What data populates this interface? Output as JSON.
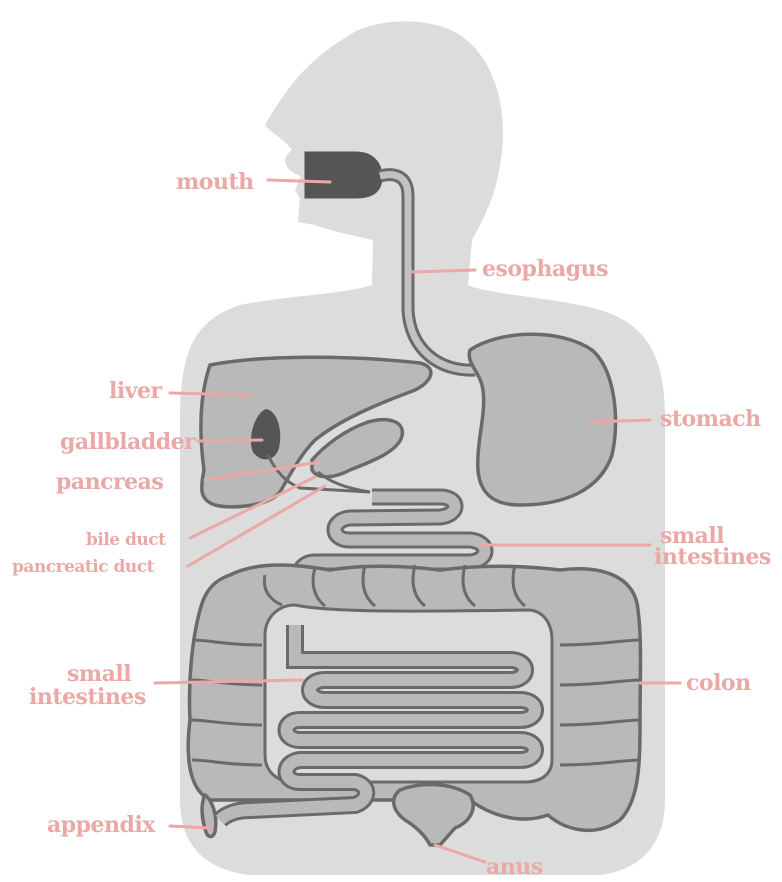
{
  "colors": {
    "background": "#ffffff",
    "silhouette": "#dcdcdc",
    "organ_fill": "#b9b9b9",
    "organ_stroke": "#6a6a6a",
    "mouth": "#555555",
    "label": "#eaa9a7",
    "leader": "#eba8a6"
  },
  "labels": {
    "mouth": "mouth",
    "esophagus": "esophagus",
    "liver": "liver",
    "stomach": "stomach",
    "gallbladder": "gallbladder",
    "pancreas": "pancreas",
    "bile_duct": "bile duct",
    "pancreatic_duct": "pancreatic duct",
    "small_intestines_right_line1": "small",
    "small_intestines_right_line2": "intestines",
    "small_intestines_left_line1": "small",
    "small_intestines_left_line2": "intestines",
    "colon": "colon",
    "appendix": "appendix",
    "anus": "anus"
  }
}
